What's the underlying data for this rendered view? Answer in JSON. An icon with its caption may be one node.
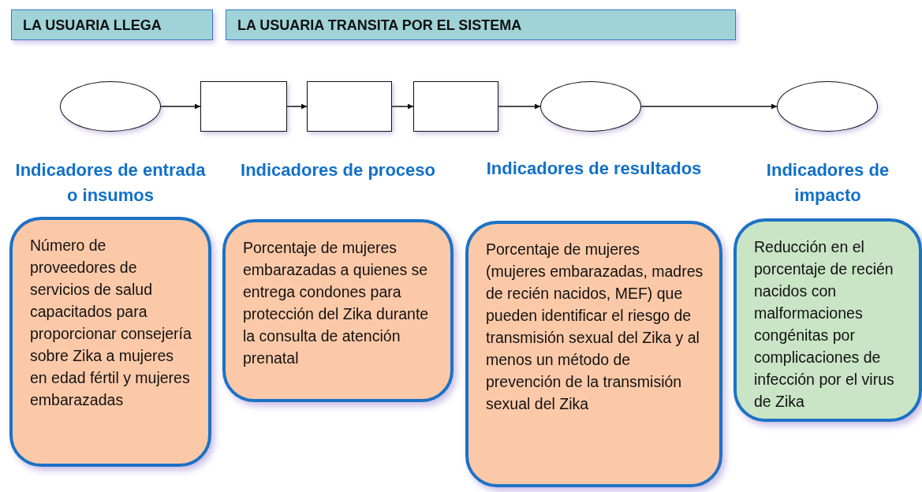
{
  "diagram": {
    "nodes": [
      {
        "text": [
          "LA USUARIA LLEGA"
        ]
      },
      {
        "text": [
          "LA USUARIA TRANSITA POR EL SISTEMA"
        ]
      },
      {
        "text": [],
        "shape": "ellipse"
      },
      {
        "text": [],
        "shape": "box"
      },
      {
        "text": [],
        "shape": "box"
      },
      {
        "text": [],
        "shape": "box"
      },
      {
        "text": [],
        "shape": "ellipse"
      },
      {
        "text": [],
        "shape": "ellipse"
      },
      {
        "text": [
          "Indicadores de entrada o insumos",
          "Número de proveedores de servicios de salud capacitados para proporcionar consejería sobre Zika a mujeres en edad fértil y mujeres embarazadas"
        ]
      },
      {
        "text": [
          "Indicadores de proceso",
          "Porcentaje de mujeres embarazadas a quienes se entrega condones para protección del Zika durante la consulta de atención prenatal"
        ]
      },
      {
        "text": [
          "Indicadores de resultados",
          "Porcentaje de mujeres (mujeres embarazadas, madres de recién nacidos, MEF) que pueden identificar el riesgo de transmisión sexual del Zika y al menos un método de prevención de la transmisión sexual del Zika"
        ]
      },
      {
        "text": [
          "Indicadores de impacto",
          "Reducción en el porcentaje de recién nacidos con malformaciones congénitas por complicaciones de infección por el virus de Zika"
        ]
      }
    ],
    "edges": [
      {
        "from": 2,
        "to": 3,
        "arrow": "to"
      },
      {
        "from": 3,
        "to": 4,
        "arrow": "to"
      },
      {
        "from": 4,
        "to": 5,
        "arrow": "to"
      },
      {
        "from": 5,
        "to": 6,
        "arrow": "to"
      },
      {
        "from": 6,
        "to": 7,
        "arrow": "to"
      }
    ]
  }
}
